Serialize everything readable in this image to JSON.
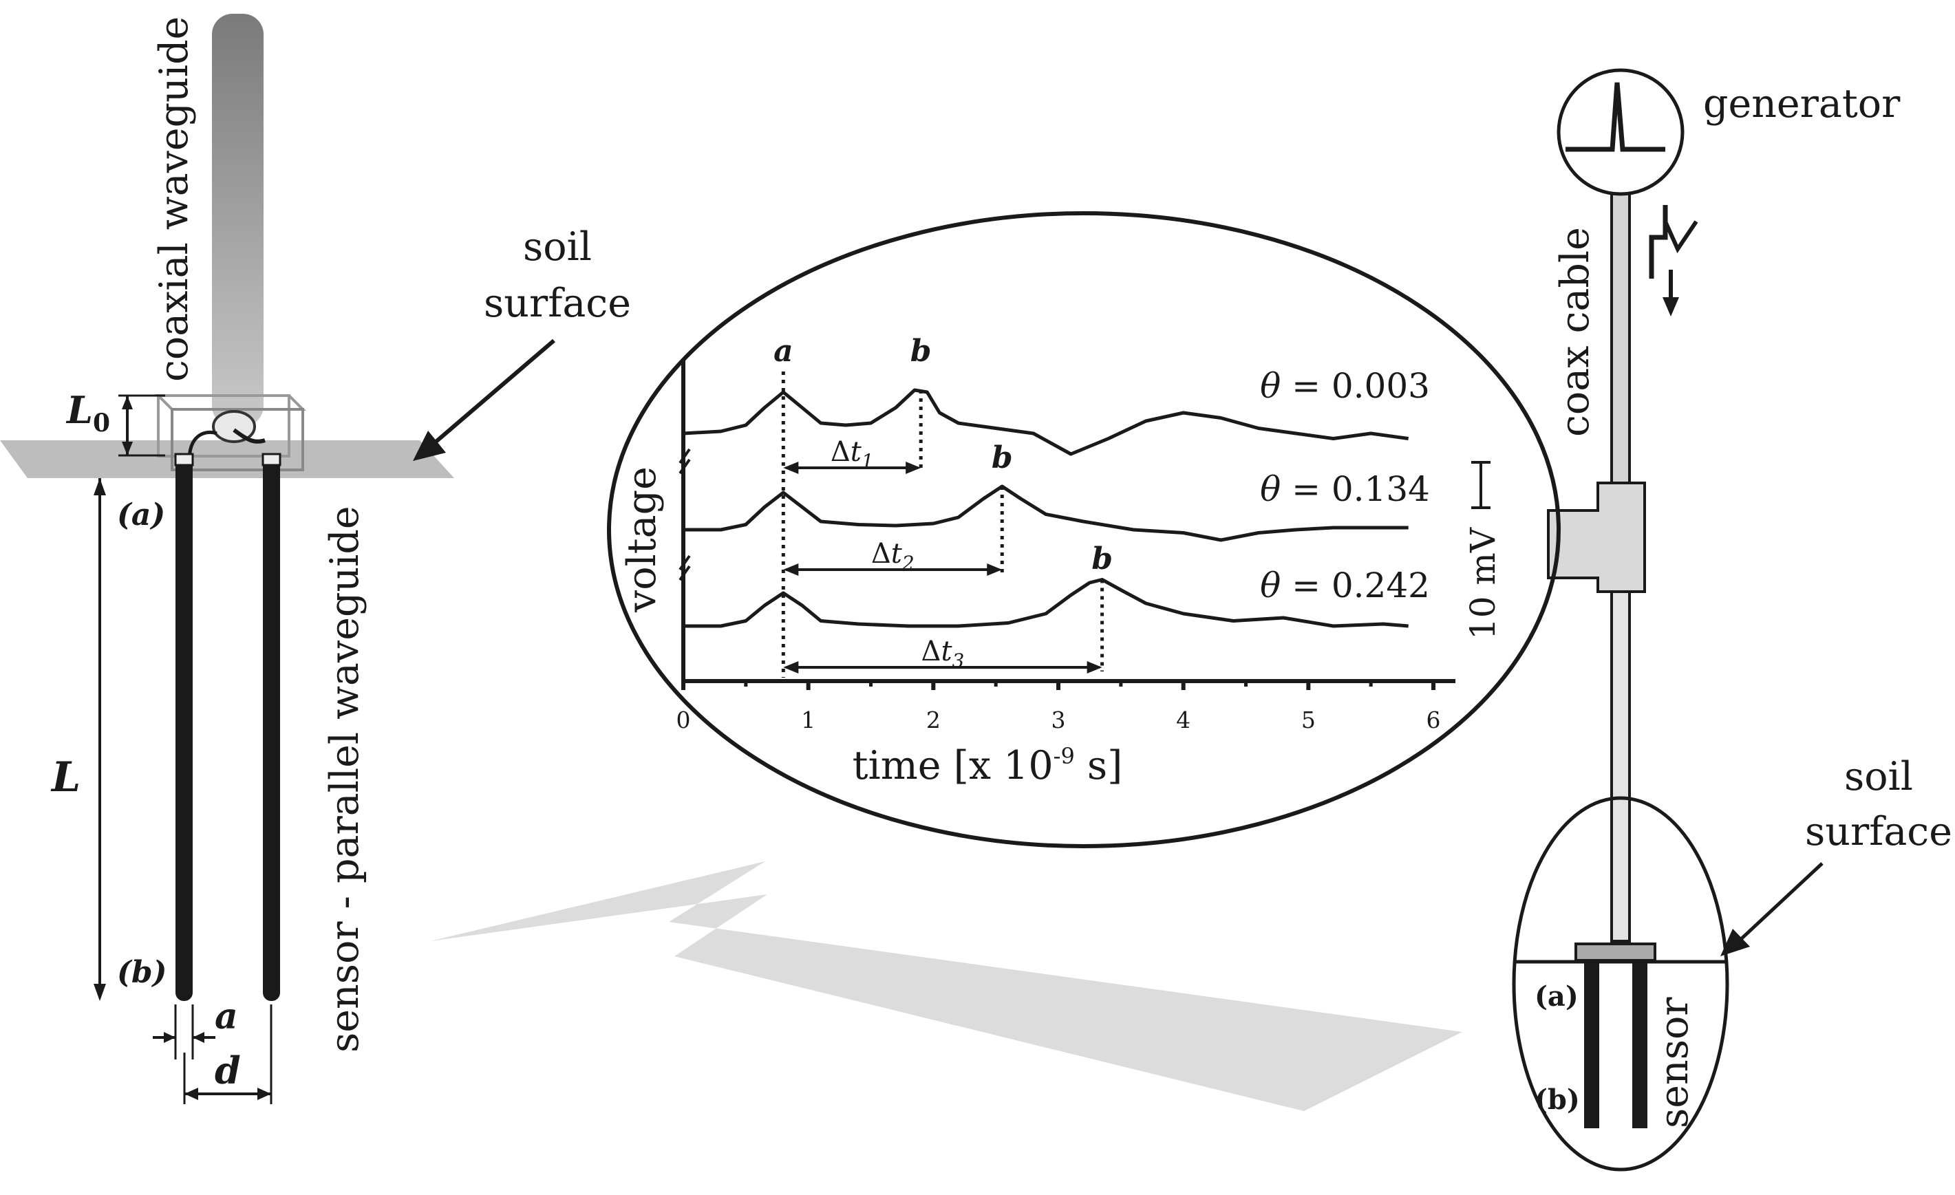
{
  "left_sensor": {
    "coaxial_label": "coaxial waveguide",
    "soil_surface_label": [
      "soil",
      "surface"
    ],
    "L0_main": "L",
    "L0_sub": "0",
    "point_a": "(a)",
    "point_b": "(b)",
    "length_label": "L",
    "sensor_label": "sensor - parallel waveguide",
    "rod_diameter_label": "a",
    "rod_spacing_label": "d"
  },
  "right_setup": {
    "generator_label": "generator",
    "coax_label": "coax cable",
    "soil_surface_label": [
      "soil",
      "surface"
    ],
    "point_a": "(a)",
    "point_b": "(b)",
    "sensor_label": "sensor"
  },
  "chart_data": {
    "type": "line",
    "xlabel_main": "time [x 10",
    "xlabel_exp": "-9",
    "xlabel_unit": " s]",
    "ylabel": "voltage",
    "scale_bar_label": "10 mV",
    "xlim": [
      0,
      6
    ],
    "x_ticks": [
      "0",
      "1",
      "2",
      "3",
      "4",
      "5",
      "6"
    ],
    "marker_a": "a",
    "marker_b": "b",
    "reflection_a_time": 0.8,
    "series": [
      {
        "name": "θ = 0.003",
        "theta_prefix": "θ",
        "theta_value": " = 0.003",
        "b_time": 1.9,
        "delta_label": "Δt",
        "delta_sub": "1",
        "x": [
          0,
          0.3,
          0.5,
          0.65,
          0.8,
          0.95,
          1.1,
          1.3,
          1.5,
          1.7,
          1.85,
          1.95,
          2.05,
          2.2,
          2.5,
          2.8,
          3.1,
          3.4,
          3.7,
          4.0,
          4.3,
          4.6,
          4.9,
          5.2,
          5.5,
          5.8
        ],
        "y": [
          0,
          0.02,
          0.08,
          0.25,
          0.4,
          0.25,
          0.1,
          0.08,
          0.1,
          0.25,
          0.42,
          0.4,
          0.2,
          0.1,
          0.05,
          0.0,
          -0.2,
          -0.05,
          0.12,
          0.2,
          0.15,
          0.05,
          0.0,
          -0.05,
          0.0,
          -0.05
        ]
      },
      {
        "name": "θ = 0.134",
        "theta_prefix": "θ",
        "theta_value": " = 0.134",
        "b_time": 2.55,
        "delta_label": "Δt",
        "delta_sub": "2",
        "x": [
          0,
          0.3,
          0.5,
          0.65,
          0.8,
          0.95,
          1.1,
          1.4,
          1.7,
          2.0,
          2.2,
          2.4,
          2.55,
          2.7,
          2.9,
          3.2,
          3.6,
          4.0,
          4.3,
          4.6,
          4.9,
          5.2,
          5.5,
          5.8
        ],
        "y": [
          0,
          0.0,
          0.05,
          0.22,
          0.36,
          0.22,
          0.08,
          0.05,
          0.04,
          0.06,
          0.12,
          0.3,
          0.42,
          0.3,
          0.15,
          0.08,
          0.0,
          -0.03,
          -0.1,
          -0.03,
          0.0,
          0.02,
          0.02,
          0.02
        ]
      },
      {
        "name": "θ = 0.242",
        "theta_prefix": "θ",
        "theta_value": " = 0.242",
        "b_time": 3.35,
        "delta_label": "Δt",
        "delta_sub": "3",
        "x": [
          0,
          0.3,
          0.5,
          0.65,
          0.8,
          0.95,
          1.1,
          1.4,
          1.8,
          2.2,
          2.6,
          2.9,
          3.1,
          3.25,
          3.35,
          3.5,
          3.7,
          4.0,
          4.4,
          4.8,
          5.2,
          5.6,
          5.8
        ],
        "y": [
          0,
          0.0,
          0.05,
          0.2,
          0.32,
          0.2,
          0.05,
          0.02,
          0.0,
          0.0,
          0.03,
          0.12,
          0.3,
          0.42,
          0.45,
          0.35,
          0.22,
          0.12,
          0.05,
          0.08,
          0.0,
          0.02,
          0.0
        ]
      }
    ]
  }
}
